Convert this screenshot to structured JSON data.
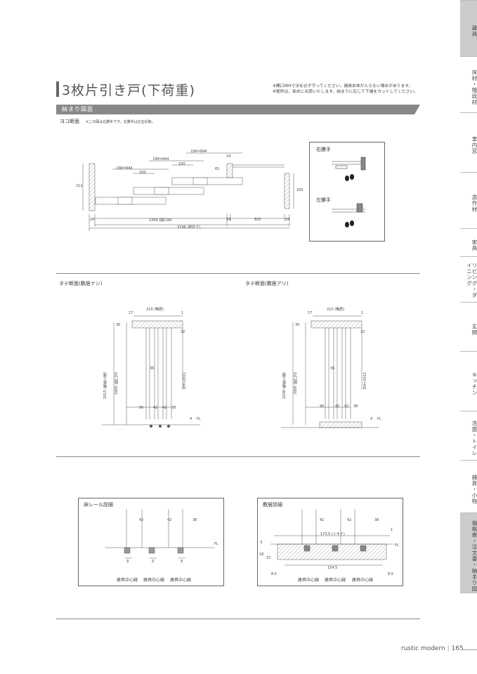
{
  "tabs": [
    {
      "label": "建具",
      "active": true
    },
    {
      "label": "床材・階段材",
      "active": false
    },
    {
      "label": "室内窓",
      "active": false
    },
    {
      "label": "造作材",
      "active": false
    },
    {
      "label": "家具",
      "active": false
    },
    {
      "label": "リビング・ダイニング",
      "active": false
    },
    {
      "label": "玄関",
      "active": false
    },
    {
      "label": "キッチン",
      "active": false
    },
    {
      "label": "洗面・トイレ",
      "active": false
    },
    {
      "label": "雑貨・小物",
      "active": false
    },
    {
      "label": "価格表・注文書・納まり図",
      "active": true
    }
  ],
  "title": "3枚片引き戸(下荷重)",
  "notes": [
    "※開口WH寸法を必ず守ってください。建具本体が入らない場合があります。",
    "※框枠は、長めに出荷いたします。納まりに応じて下端をカットしてください。"
  ],
  "section_label": "納まり図面",
  "yoko": {
    "heading": "ヨコ断面",
    "note": "※この図は右勝手です。左勝手は左右反転。",
    "dims": {
      "dw1": "DW=844",
      "dw2": "DW=844",
      "dw3": "DW=844",
      "d100a": "100",
      "d100b": "100",
      "d24top": "24",
      "d65": "65",
      "d212": "212",
      "d165": "165",
      "d24a": "24",
      "d2304": "2304 (開口W)",
      "d24b": "24",
      "d820": "820",
      "d24c": "24",
      "d3196": "3196 (枠外寸)"
    },
    "right_hand": "右勝手",
    "left_hand": "左勝手"
  },
  "tate1": {
    "heading": "タテ断面(敷居ナシ)",
    "dims": {
      "d210": "210 (鴨居)",
      "d17": "17",
      "d1": "1",
      "d30": "30",
      "d32": "32",
      "d2015": "2015 (鴨居上端)",
      "d2005": "2005 (開口H)",
      "d36": "36",
      "dh": "DH=2011",
      "d90": "90",
      "d42a": "42",
      "d42b": "42",
      "d38": "38",
      "d4": "4",
      "fl": "FL"
    }
  },
  "tate2": {
    "heading": "タテ断面(敷居アリ)",
    "dims": {
      "d210": "210 (鴨居)",
      "d17": "17",
      "d1": "1",
      "d30": "30",
      "d32": "32",
      "d2038": "2038 (鴨居上端)",
      "d2005": "2005 (開口H)",
      "d36": "36",
      "dh": "DH=2011",
      "d90": "90",
      "d42a": "42",
      "d42b": "42",
      "d38": "38",
      "d4": "4",
      "fl": "FL"
    }
  },
  "rail": {
    "heading": "床レール詳細",
    "dims": {
      "d42a": "42",
      "d42b": "42",
      "d38": "38",
      "d9": "9",
      "fl": "FL"
    },
    "centerline": "建具中心線"
  },
  "sill": {
    "heading": "敷居詳細",
    "dims": {
      "d42a": "42",
      "d42b": "42",
      "d38": "38",
      "d1735": "173.5 (シキイ)",
      "d1": "1",
      "d3": "3",
      "d18": "18",
      "d15": "15",
      "d1545": "154.5",
      "d85": "8.5",
      "fl": "FL"
    },
    "centerline": "建具中心線"
  },
  "footer": {
    "brand": "rustic modern",
    "page": "165"
  }
}
